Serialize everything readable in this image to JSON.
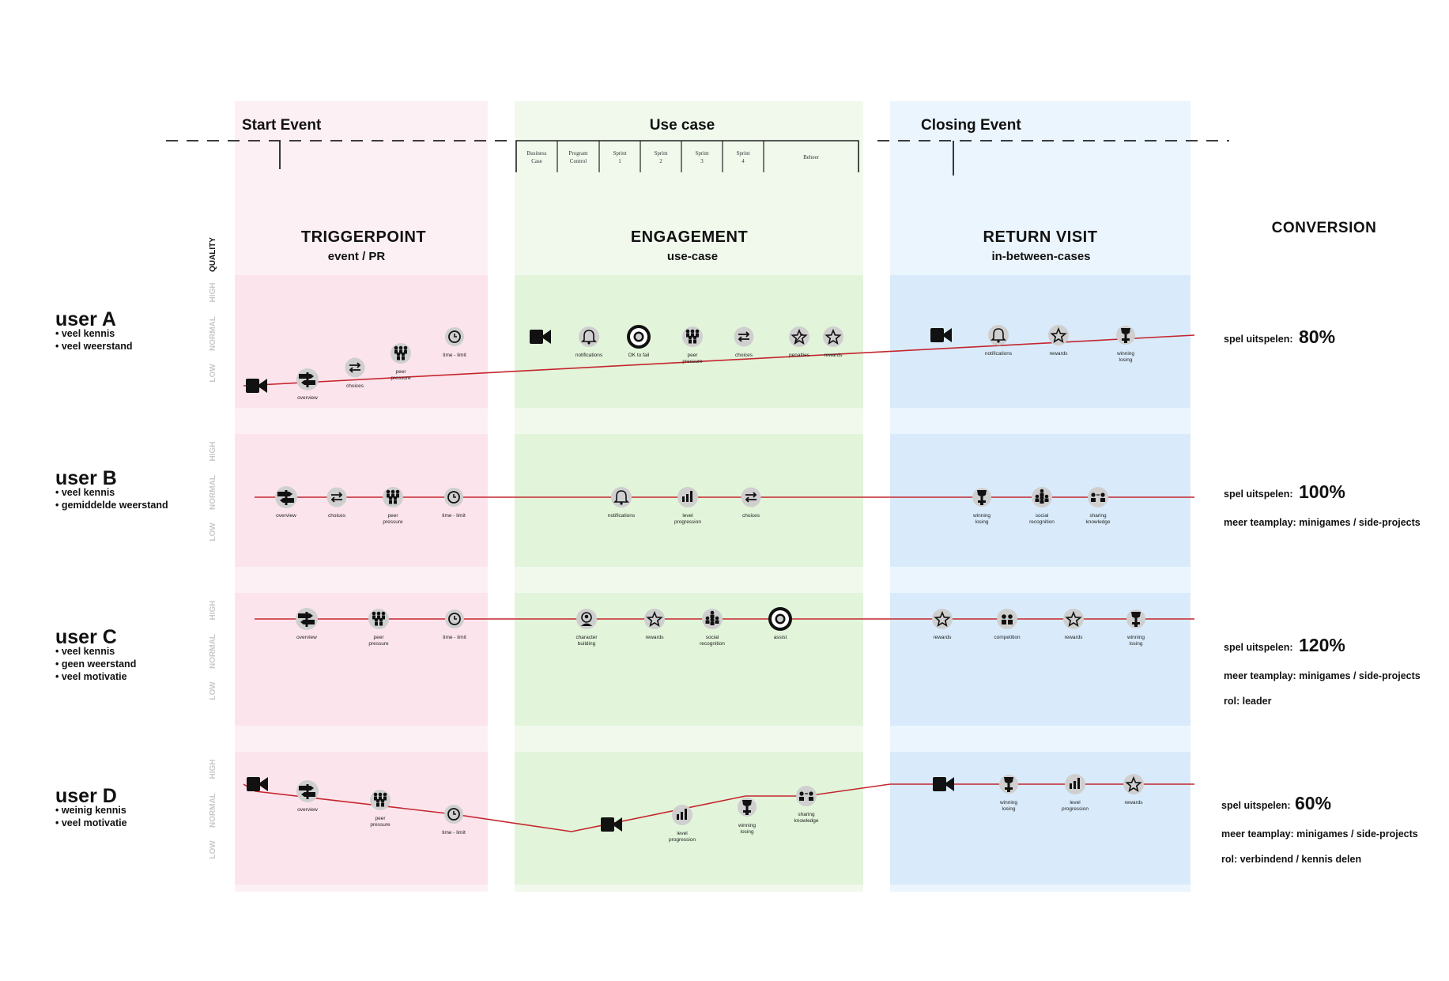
{
  "phases": {
    "start_event": "Start Event",
    "use_case": "Use case",
    "closing_event": "Closing Event",
    "use_case_cells": [
      {
        "lines": [
          "Business",
          "Case"
        ]
      },
      {
        "lines": [
          "Program",
          "Control"
        ]
      },
      {
        "lines": [
          "Sprint",
          "1"
        ]
      },
      {
        "lines": [
          "Sprint",
          "2"
        ]
      },
      {
        "lines": [
          "Sprint",
          "3"
        ]
      },
      {
        "lines": [
          "Sprint",
          "4"
        ]
      },
      {
        "lines": [
          "Beheer"
        ]
      }
    ],
    "triggerpoint": {
      "title": "TRIGGERPOINT",
      "subtitle": "event / PR"
    },
    "engagement": {
      "title": "ENGAGEMENT",
      "subtitle": "use-case"
    },
    "return_visit": {
      "title": "RETURN VISIT",
      "subtitle": "in-between-cases"
    },
    "conversion": {
      "title": "CONVERSION"
    }
  },
  "quality_axis": {
    "header": "QUALITY",
    "high": "HIGH",
    "normal": "NORMAL",
    "low": "LOW"
  },
  "colors": {
    "pink_header": "#fdf0f4",
    "pink_row": "#fce4ec",
    "green_header": "#f1f9ed",
    "green_row": "#e2f4da",
    "blue_header": "#ebf5fd",
    "blue_row": "#d9ebfb",
    "journey_line": "#c4262e",
    "node_fill": "#cfcfcf",
    "icon": "#111111"
  },
  "users": [
    {
      "name": "user A",
      "traits": [
        "• veel kennis",
        "• veel weerstand"
      ],
      "conversion": {
        "label": "spel uitspelen:",
        "pct": "80%",
        "extras": []
      },
      "nodes": [
        {
          "icon": "video-camera",
          "level": "low",
          "labels": []
        },
        {
          "icon": "signpost",
          "level": "low",
          "labels": [
            "overview"
          ]
        },
        {
          "icon": "arrows-exchange",
          "level": "low",
          "labels": [
            "choices"
          ]
        },
        {
          "icon": "peer-group",
          "level": "normal",
          "labels": [
            "peer",
            "pressure"
          ]
        },
        {
          "icon": "clock",
          "level": "normal",
          "labels": [
            "time - limit"
          ]
        },
        {
          "icon": "video-camera",
          "level": "normal",
          "labels": []
        },
        {
          "icon": "bell",
          "level": "normal",
          "labels": [
            "notifications"
          ]
        },
        {
          "icon": "lifebuoy",
          "level": "normal",
          "labels": [
            "OK to fail"
          ]
        },
        {
          "icon": "peer-group",
          "level": "normal",
          "labels": [
            "peer",
            "pressure"
          ]
        },
        {
          "icon": "arrows-exchange",
          "level": "normal",
          "labels": [
            "choices"
          ]
        },
        {
          "icon": "star-penalty",
          "level": "normal",
          "labels": [
            "penalties"
          ]
        },
        {
          "icon": "star",
          "level": "normal",
          "labels": [
            "rewards"
          ]
        },
        {
          "icon": "video-camera",
          "level": "normal",
          "labels": []
        },
        {
          "icon": "bell",
          "level": "normal",
          "labels": [
            "notifications"
          ]
        },
        {
          "icon": "star",
          "level": "normal",
          "labels": [
            "rewards"
          ]
        },
        {
          "icon": "trophy",
          "level": "normal",
          "labels": [
            "winning",
            "losing"
          ]
        }
      ]
    },
    {
      "name": "user B",
      "traits": [
        "• veel kennis",
        "• gemiddelde weerstand"
      ],
      "conversion": {
        "label": "spel uitspelen:",
        "pct": "100%",
        "extras": [
          "meer teamplay: minigames  / side-projects"
        ]
      },
      "nodes": [
        {
          "icon": "signpost",
          "level": "normal",
          "labels": [
            "overview"
          ]
        },
        {
          "icon": "arrows-exchange",
          "level": "normal",
          "labels": [
            "choices"
          ]
        },
        {
          "icon": "peer-group",
          "level": "normal",
          "labels": [
            "peer",
            "pressure"
          ]
        },
        {
          "icon": "clock",
          "level": "normal",
          "labels": [
            "time - limit"
          ]
        },
        {
          "icon": "bell",
          "level": "normal",
          "labels": [
            "notifications"
          ]
        },
        {
          "icon": "bar-chart",
          "level": "normal",
          "labels": [
            "level",
            "progression"
          ]
        },
        {
          "icon": "arrows-exchange",
          "level": "normal",
          "labels": [
            "choices"
          ]
        },
        {
          "icon": "trophy",
          "level": "normal",
          "labels": [
            "winning",
            "losing"
          ]
        },
        {
          "icon": "social-group",
          "level": "normal",
          "labels": [
            "social",
            "recognition"
          ]
        },
        {
          "icon": "sharing-people",
          "level": "normal",
          "labels": [
            "sharing",
            "knowledge"
          ]
        }
      ]
    },
    {
      "name": "user C",
      "traits": [
        "• veel kennis",
        "• geen weerstand",
        "• veel motivatie"
      ],
      "conversion": {
        "label": "spel uitspelen:",
        "pct": "120%",
        "extras": [
          "meer teamplay: minigames  / side-projects",
          "rol: leader"
        ]
      },
      "nodes": [
        {
          "icon": "signpost",
          "level": "high",
          "labels": [
            "overview"
          ]
        },
        {
          "icon": "peer-group",
          "level": "high",
          "labels": [
            "peer",
            "pressure"
          ]
        },
        {
          "icon": "clock",
          "level": "high",
          "labels": [
            "time - limit"
          ]
        },
        {
          "icon": "person-badge",
          "level": "high",
          "labels": [
            "character",
            "building"
          ]
        },
        {
          "icon": "star",
          "level": "high",
          "labels": [
            "rewards"
          ]
        },
        {
          "icon": "social-group",
          "level": "high",
          "labels": [
            "social",
            "recognition"
          ]
        },
        {
          "icon": "lifebuoy",
          "level": "high",
          "labels": [
            "assist"
          ]
        },
        {
          "icon": "star",
          "level": "high",
          "labels": [
            "rewards"
          ]
        },
        {
          "icon": "two-people",
          "level": "high",
          "labels": [
            "competition"
          ]
        },
        {
          "icon": "star",
          "level": "high",
          "labels": [
            "rewards"
          ]
        },
        {
          "icon": "trophy",
          "level": "high",
          "labels": [
            "winning",
            "losing"
          ]
        }
      ]
    },
    {
      "name": "user D",
      "traits": [
        "• weinig kennis",
        "• veel motivatie"
      ],
      "conversion": {
        "label": "spel uitspelen:",
        "pct": "60%",
        "extras": [
          "meer teamplay: minigames  / side-projects",
          "rol: verbindend / kennis delen"
        ]
      },
      "nodes": [
        {
          "icon": "video-camera",
          "level": "high",
          "labels": []
        },
        {
          "icon": "signpost",
          "level": "high",
          "labels": [
            "overview"
          ]
        },
        {
          "icon": "peer-group",
          "level": "normal",
          "labels": [
            "peer",
            "pressure"
          ]
        },
        {
          "icon": "clock",
          "level": "normal",
          "labels": [
            "time - limit"
          ]
        },
        {
          "icon": "video-camera",
          "level": "normal",
          "labels": []
        },
        {
          "icon": "bar-chart",
          "level": "normal",
          "labels": [
            "level",
            "progression"
          ]
        },
        {
          "icon": "trophy",
          "level": "normal",
          "labels": [
            "winning",
            "losing"
          ]
        },
        {
          "icon": "sharing-people",
          "level": "high",
          "labels": [
            "sharing",
            "knowledge"
          ]
        },
        {
          "icon": "video-camera",
          "level": "high",
          "labels": []
        },
        {
          "icon": "trophy",
          "level": "high",
          "labels": [
            "winning",
            "losing"
          ]
        },
        {
          "icon": "bar-chart",
          "level": "high",
          "labels": [
            "level",
            "progression"
          ]
        },
        {
          "icon": "star",
          "level": "high",
          "labels": [
            "rewards"
          ]
        }
      ]
    }
  ]
}
